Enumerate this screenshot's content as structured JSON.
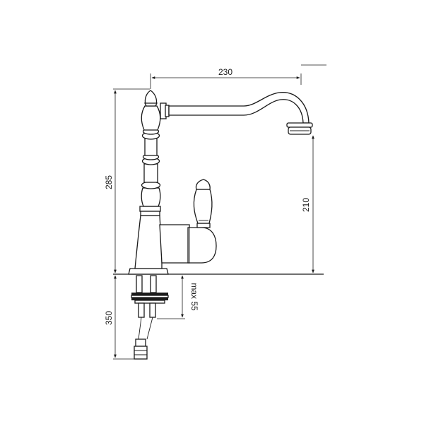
{
  "diagram": {
    "dimensions": {
      "spout_reach": "230",
      "total_height": "285",
      "spout_height": "210",
      "max_thickness": "max 55",
      "hose_length": "350"
    }
  }
}
